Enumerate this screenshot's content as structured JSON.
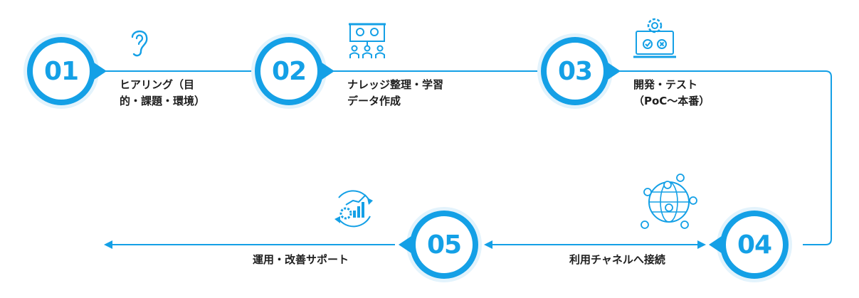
{
  "colors": {
    "accent": "#14a0e6",
    "accent_light": "#e3f3fc",
    "text": "#1e1e1e"
  },
  "steps": [
    {
      "number": "01",
      "label": "ヒアリング（目\n的・課題・環境）",
      "icon": "ear-icon"
    },
    {
      "number": "02",
      "label": "ナレッジ整理・学習\nデータ作成",
      "icon": "presentation-team-icon"
    },
    {
      "number": "03",
      "label": "開発・テスト\n（PoC〜本番）",
      "icon": "laptop-gear-icon"
    },
    {
      "number": "04",
      "label": "利用チャネルへ接続",
      "icon": "global-network-icon"
    },
    {
      "number": "05",
      "label": "運用・改善サポート",
      "icon": "growth-cycle-icon"
    }
  ]
}
